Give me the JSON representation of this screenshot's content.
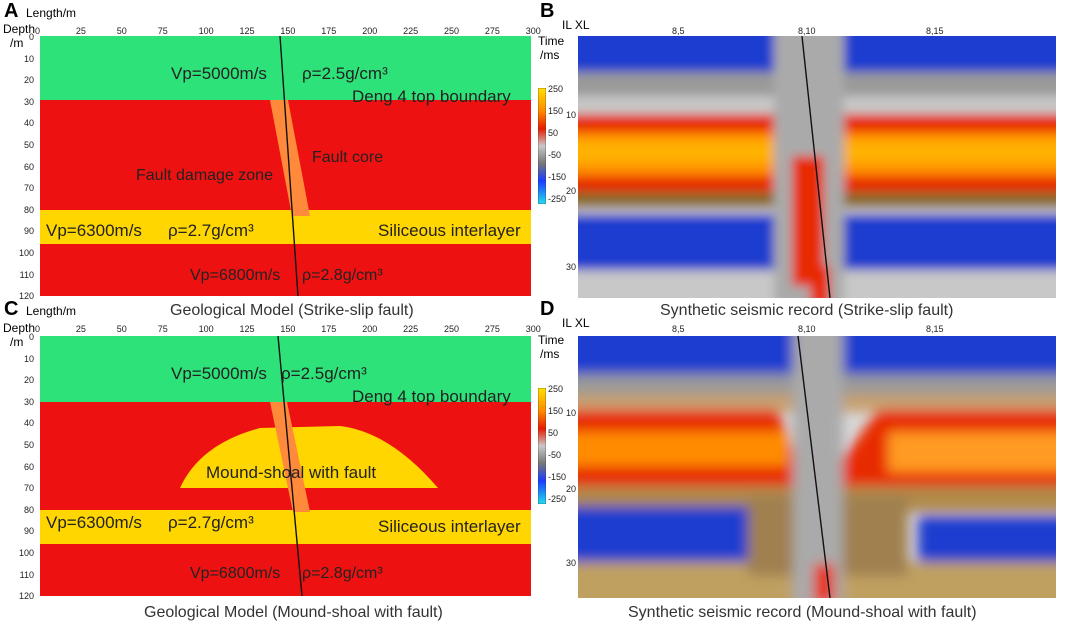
{
  "panels": {
    "A": {
      "letter": "A",
      "length_label": "Length/m",
      "depth_label_1": "Depth",
      "depth_label_2": "/m",
      "x_ticks": [
        "0",
        "25",
        "50",
        "75",
        "100",
        "125",
        "150",
        "175",
        "200",
        "225",
        "250",
        "275",
        "300"
      ],
      "y_ticks": [
        "0",
        "10",
        "20",
        "30",
        "40",
        "50",
        "60",
        "70",
        "80",
        "90",
        "100",
        "110",
        "120"
      ],
      "labels": {
        "vp1": "Vp=5000m/s",
        "rho1": "ρ=2.5g/cm³",
        "deng4": "Deng 4 top boundary",
        "fault_core": "Fault core",
        "damage_zone": "Fault damage zone",
        "vp2": "Vp=6300m/s",
        "rho2": "ρ=2.7g/cm³",
        "siliceous": "Siliceous interlayer",
        "vp3": "Vp=6800m/s",
        "rho3": "ρ=2.8g/cm³"
      },
      "caption": "Geological Model (Strike-slip fault)"
    },
    "B": {
      "letter": "B",
      "il_xl": "IL XL",
      "time_label_1": "Time",
      "time_label_2": "/ms",
      "x_ticks": [
        "8,5",
        "8,10",
        "8,15"
      ],
      "y_ticks": [
        "10",
        "20",
        "30"
      ],
      "colorbar_ticks": [
        "250",
        "150",
        "50",
        "-50",
        "-150",
        "-250"
      ],
      "caption": "Synthetic seismic record (Strike-slip fault)"
    },
    "C": {
      "letter": "C",
      "length_label": "Length/m",
      "depth_label_1": "Depth",
      "depth_label_2": "/m",
      "x_ticks": [
        "0",
        "25",
        "50",
        "75",
        "100",
        "125",
        "150",
        "175",
        "200",
        "225",
        "250",
        "275",
        "300"
      ],
      "y_ticks": [
        "0",
        "10",
        "20",
        "30",
        "40",
        "50",
        "60",
        "70",
        "80",
        "90",
        "100",
        "110",
        "120"
      ],
      "labels": {
        "vp1": "Vp=5000m/s",
        "rho1": "ρ=2.5g/cm³",
        "deng4": "Deng 4 top boundary",
        "mound": "Mound-shoal with fault",
        "vp2": "Vp=6300m/s",
        "rho2": "ρ=2.7g/cm³",
        "siliceous": "Siliceous interlayer",
        "vp3": "Vp=6800m/s",
        "rho3": "ρ=2.8g/cm³"
      },
      "caption": "Geological Model (Mound-shoal with fault)"
    },
    "D": {
      "letter": "D",
      "il_xl": "IL XL",
      "time_label_1": "Time",
      "time_label_2": "/ms",
      "x_ticks": [
        "8,5",
        "8,10",
        "8,15"
      ],
      "y_ticks": [
        "10",
        "20",
        "30"
      ],
      "colorbar_ticks": [
        "250",
        "150",
        "50",
        "-50",
        "-150",
        "-250"
      ],
      "caption": "Synthetic seismic record (Mound-shoal with fault)"
    }
  },
  "colors": {
    "green": "#2ee27a",
    "red": "#ee1111",
    "yellow": "#ffd600",
    "orange": "#ff8a3c"
  }
}
